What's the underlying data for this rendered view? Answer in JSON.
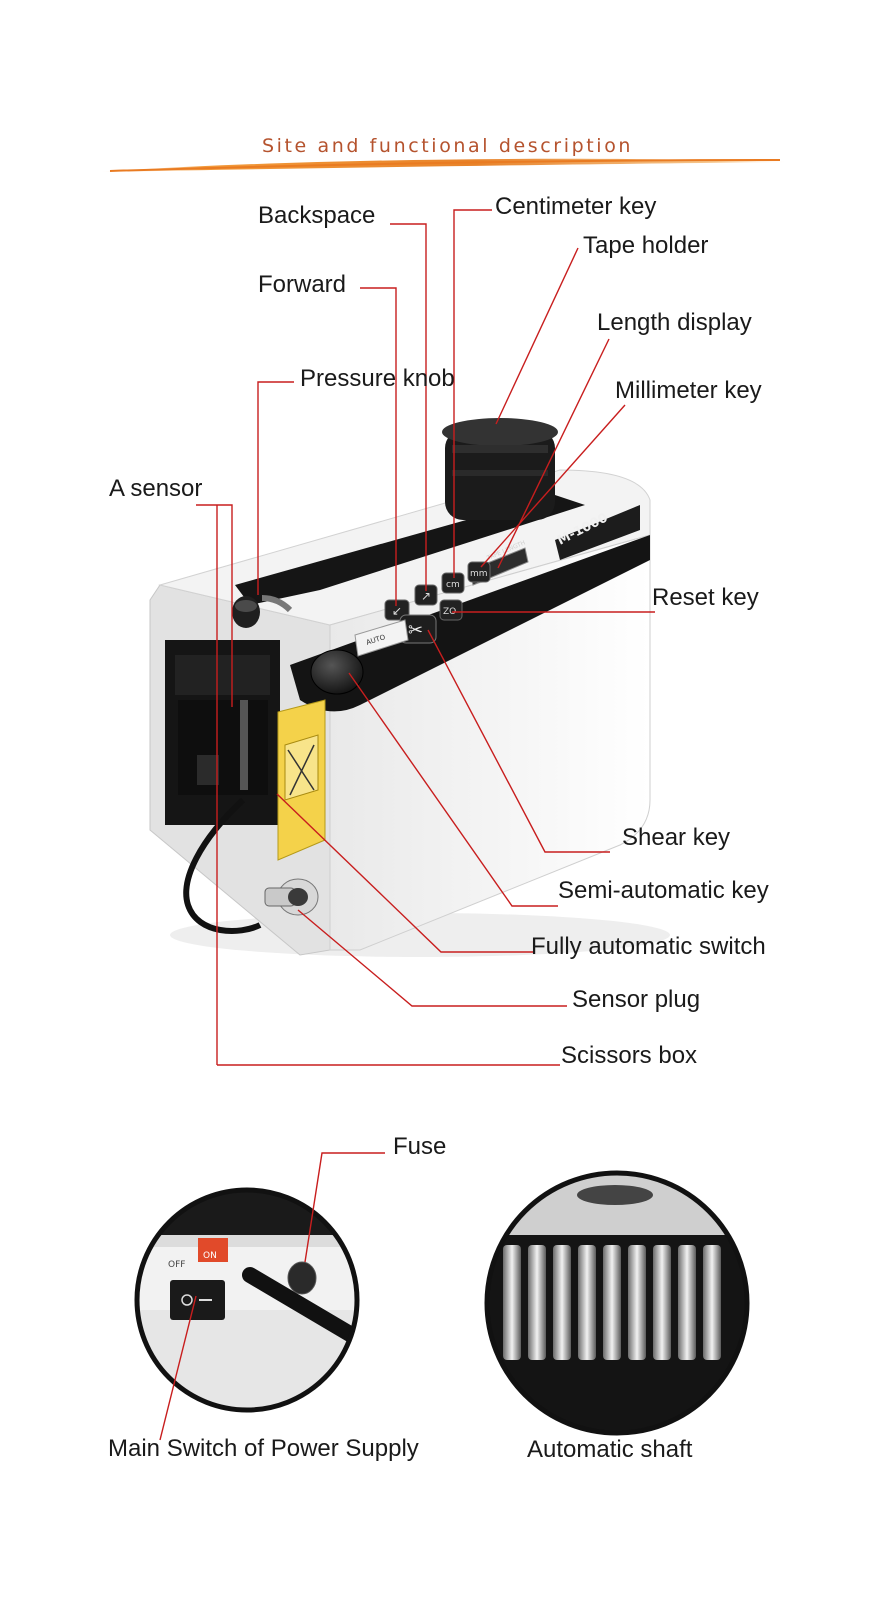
{
  "header": {
    "title": "Site and functional description"
  },
  "device": {
    "model": "M-1000",
    "panel_label": "TAPE LENGTH",
    "auto_label": "AUTO",
    "buttons": [
      "cm",
      "mm",
      "ZO"
    ]
  },
  "callouts": {
    "backspace": "Backspace",
    "centimeter_key": "Centimeter key",
    "tape_holder": "Tape holder",
    "forward": "Forward",
    "length_display": "Length display",
    "pressure_knob": "Pressure knob",
    "millimeter_key": "Millimeter key",
    "a_sensor": "A sensor",
    "reset_key": "Reset key",
    "shear_key": "Shear key",
    "semi_automatic_key": "Semi-automatic key",
    "fully_automatic_switch": "Fully automatic switch",
    "sensor_plug": "Sensor plug",
    "scissors_box": "Scissors box",
    "fuse": "Fuse",
    "main_switch": "Main Switch of Power Supply",
    "automatic_shaft": "Automatic shaft"
  },
  "switch_panel": {
    "off": "OFF",
    "on": "ON"
  },
  "colors": {
    "leader": "#c81e1e",
    "title": "#b5532e",
    "swoosh": "#f0a050"
  }
}
